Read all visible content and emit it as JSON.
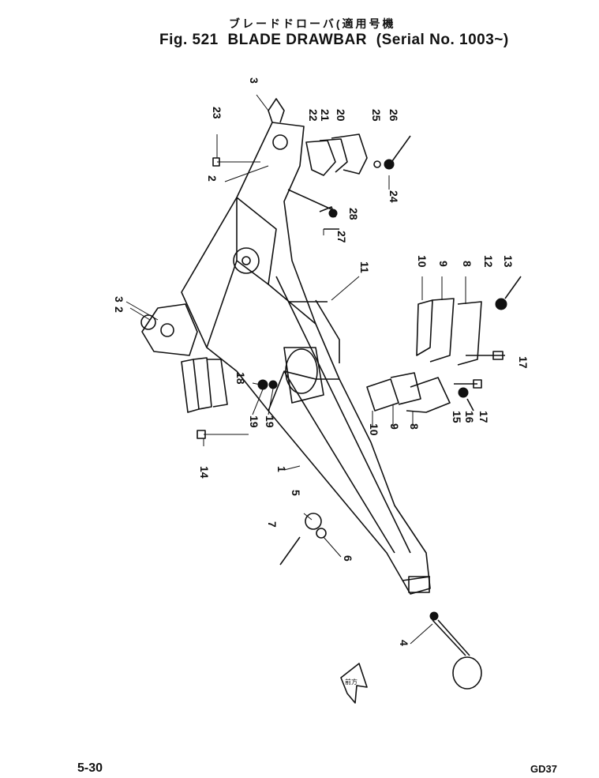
{
  "header": {
    "title_jp": "ブレードドローバ(適用号機",
    "fig_label": "Fig. 521",
    "title_en": "BLADE DRAWBAR",
    "serial": "(Serial No. 1003~)"
  },
  "footer": {
    "page_number": "5-30",
    "model_code": "GD37"
  },
  "callouts": [
    {
      "id": "c3a",
      "text": "3"
    },
    {
      "id": "c23",
      "text": "23"
    },
    {
      "id": "c22",
      "text": "22"
    },
    {
      "id": "c21",
      "text": "21"
    },
    {
      "id": "c20",
      "text": "20"
    },
    {
      "id": "c25",
      "text": "25"
    },
    {
      "id": "c26",
      "text": "26"
    },
    {
      "id": "c2a",
      "text": "2"
    },
    {
      "id": "c24",
      "text": "24"
    },
    {
      "id": "c28",
      "text": "28"
    },
    {
      "id": "c27",
      "text": "27"
    },
    {
      "id": "c10a",
      "text": "10"
    },
    {
      "id": "c9a",
      "text": "9"
    },
    {
      "id": "c8a",
      "text": "8"
    },
    {
      "id": "c12",
      "text": "12"
    },
    {
      "id": "c13",
      "text": "13"
    },
    {
      "id": "c11",
      "text": "11"
    },
    {
      "id": "c3b",
      "text": "3"
    },
    {
      "id": "c2b",
      "text": "2"
    },
    {
      "id": "c17a",
      "text": "17"
    },
    {
      "id": "c18",
      "text": "18"
    },
    {
      "id": "c19a",
      "text": "19"
    },
    {
      "id": "c19b",
      "text": "19"
    },
    {
      "id": "c10b",
      "text": "10"
    },
    {
      "id": "c9b",
      "text": "9"
    },
    {
      "id": "c8b",
      "text": "8"
    },
    {
      "id": "c15",
      "text": "15"
    },
    {
      "id": "c16",
      "text": "16"
    },
    {
      "id": "c17b",
      "text": "17"
    },
    {
      "id": "c14",
      "text": "14"
    },
    {
      "id": "c1",
      "text": "1"
    },
    {
      "id": "c5",
      "text": "5"
    },
    {
      "id": "c7",
      "text": "7"
    },
    {
      "id": "c6",
      "text": "6"
    },
    {
      "id": "c4",
      "text": "4"
    }
  ],
  "front_arrow_text": "前方"
}
